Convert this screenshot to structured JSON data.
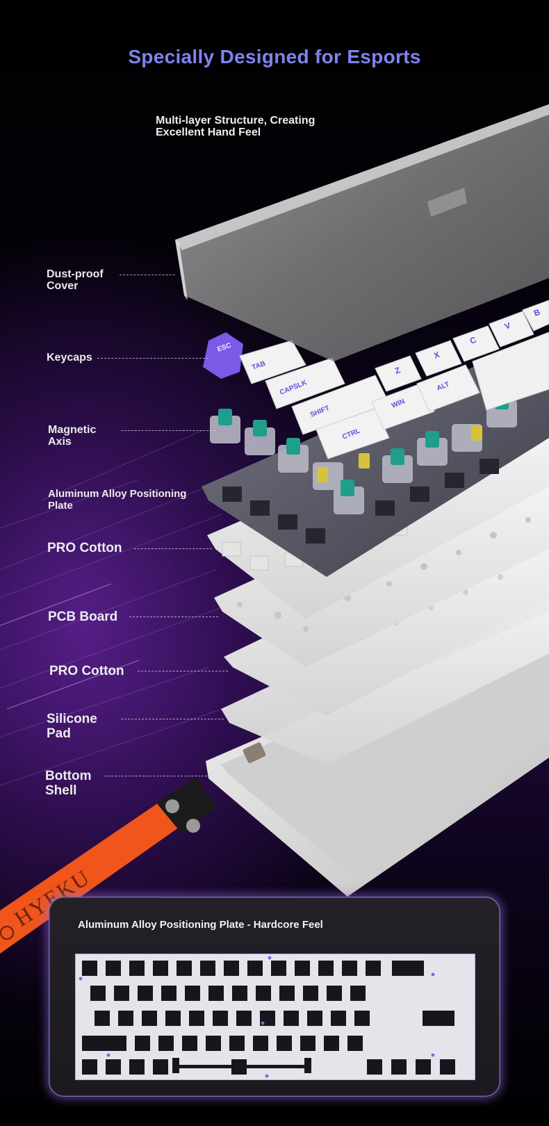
{
  "header": {
    "title": "Specially Designed for Esports",
    "subtitle": "Multi-layer Structure, Creating\n Excellent Hand Feel"
  },
  "layers": [
    {
      "id": "dust-proof-cover",
      "label": "Dust-proof\n Cover"
    },
    {
      "id": "keycaps",
      "label": "Keycaps"
    },
    {
      "id": "magnetic-axis",
      "label": "Magnetic\n Axis"
    },
    {
      "id": "aluminum-plate",
      "label": "Aluminum Alloy Positioning\n Plate"
    },
    {
      "id": "pro-cotton-1",
      "label": "PRO Cotton"
    },
    {
      "id": "pcb-board",
      "label": "PCB Board"
    },
    {
      "id": "pro-cotton-2",
      "label": "PRO Cotton"
    },
    {
      "id": "silicone-pad",
      "label": "Silicone\n Pad"
    },
    {
      "id": "bottom-shell",
      "label": "Bottom\n Shell"
    }
  ],
  "strap": {
    "brand": "HYEKU"
  },
  "keycaps": {
    "esc": "ESC",
    "tab": "TAB",
    "capslk": "CAPSLK",
    "shift": "SHIFT",
    "ctrl": "CTRL",
    "win": "WIN",
    "alt": "ALT",
    "z": "Z",
    "x": "X",
    "c": "C",
    "v": "V",
    "b": "B"
  },
  "plate_panel": {
    "title": "Aluminum Alloy Positioning Plate - Hardcore Feel"
  },
  "colors": {
    "title": "#7f83ee",
    "accent_keycap": "#7a5ae6",
    "switch_green": "#1f9e8c",
    "switch_yellow": "#d7c23a",
    "strap": "#f0551c",
    "panel_glow": "#9d7ae8"
  }
}
